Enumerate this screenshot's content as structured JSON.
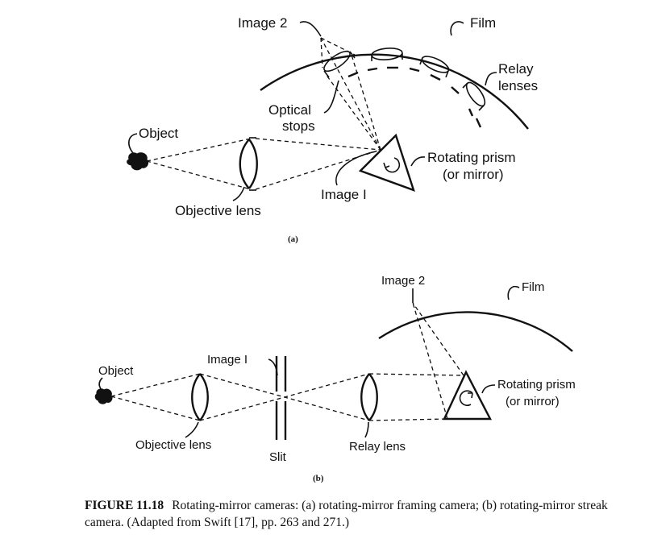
{
  "panel_a": {
    "label_image2": "Image 2",
    "label_film": "Film",
    "label_relay": [
      "Relay",
      "lenses"
    ],
    "label_stops": [
      "Optical",
      "stops"
    ],
    "label_object": "Object",
    "label_prism": [
      "Rotating prism",
      "(or mirror)"
    ],
    "label_image1": "Image I",
    "label_objective": "Objective lens",
    "panel_tag": "(a)"
  },
  "panel_b": {
    "label_image2": "Image 2",
    "label_film": "Film",
    "label_image1": "Image I",
    "label_object": "Object",
    "label_prism": [
      "Rotating prism",
      "(or mirror)"
    ],
    "label_objective": "Objective lens",
    "label_slit": "Slit",
    "label_relay": "Relay lens",
    "panel_tag": "(b)"
  },
  "caption": {
    "figure": "FIGURE 11.18",
    "text": "Rotating-mirror cameras: (a) rotating-mirror framing camera; (b) rotating-mirror streak camera. (Adapted from Swift [17], pp. 263 and 271.)"
  }
}
